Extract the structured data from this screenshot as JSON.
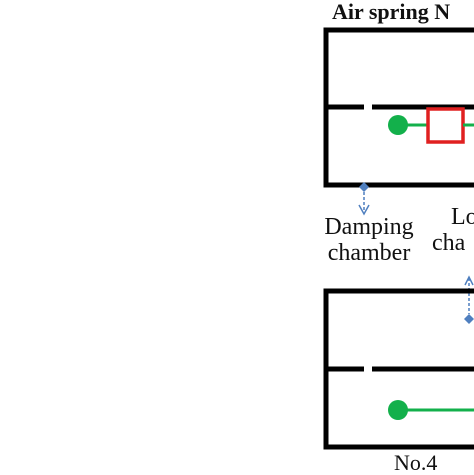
{
  "diagram": {
    "top_title": "Air spring N",
    "bottom_title": "No.4",
    "damping_line1": "Damping",
    "damping_line2": "chamber",
    "load_line1": "Lo",
    "load_line2": "cha",
    "colors": {
      "frame": "#000000",
      "green": "#13b04b",
      "red": "#e02020",
      "blue": "#4f7fbf"
    }
  }
}
